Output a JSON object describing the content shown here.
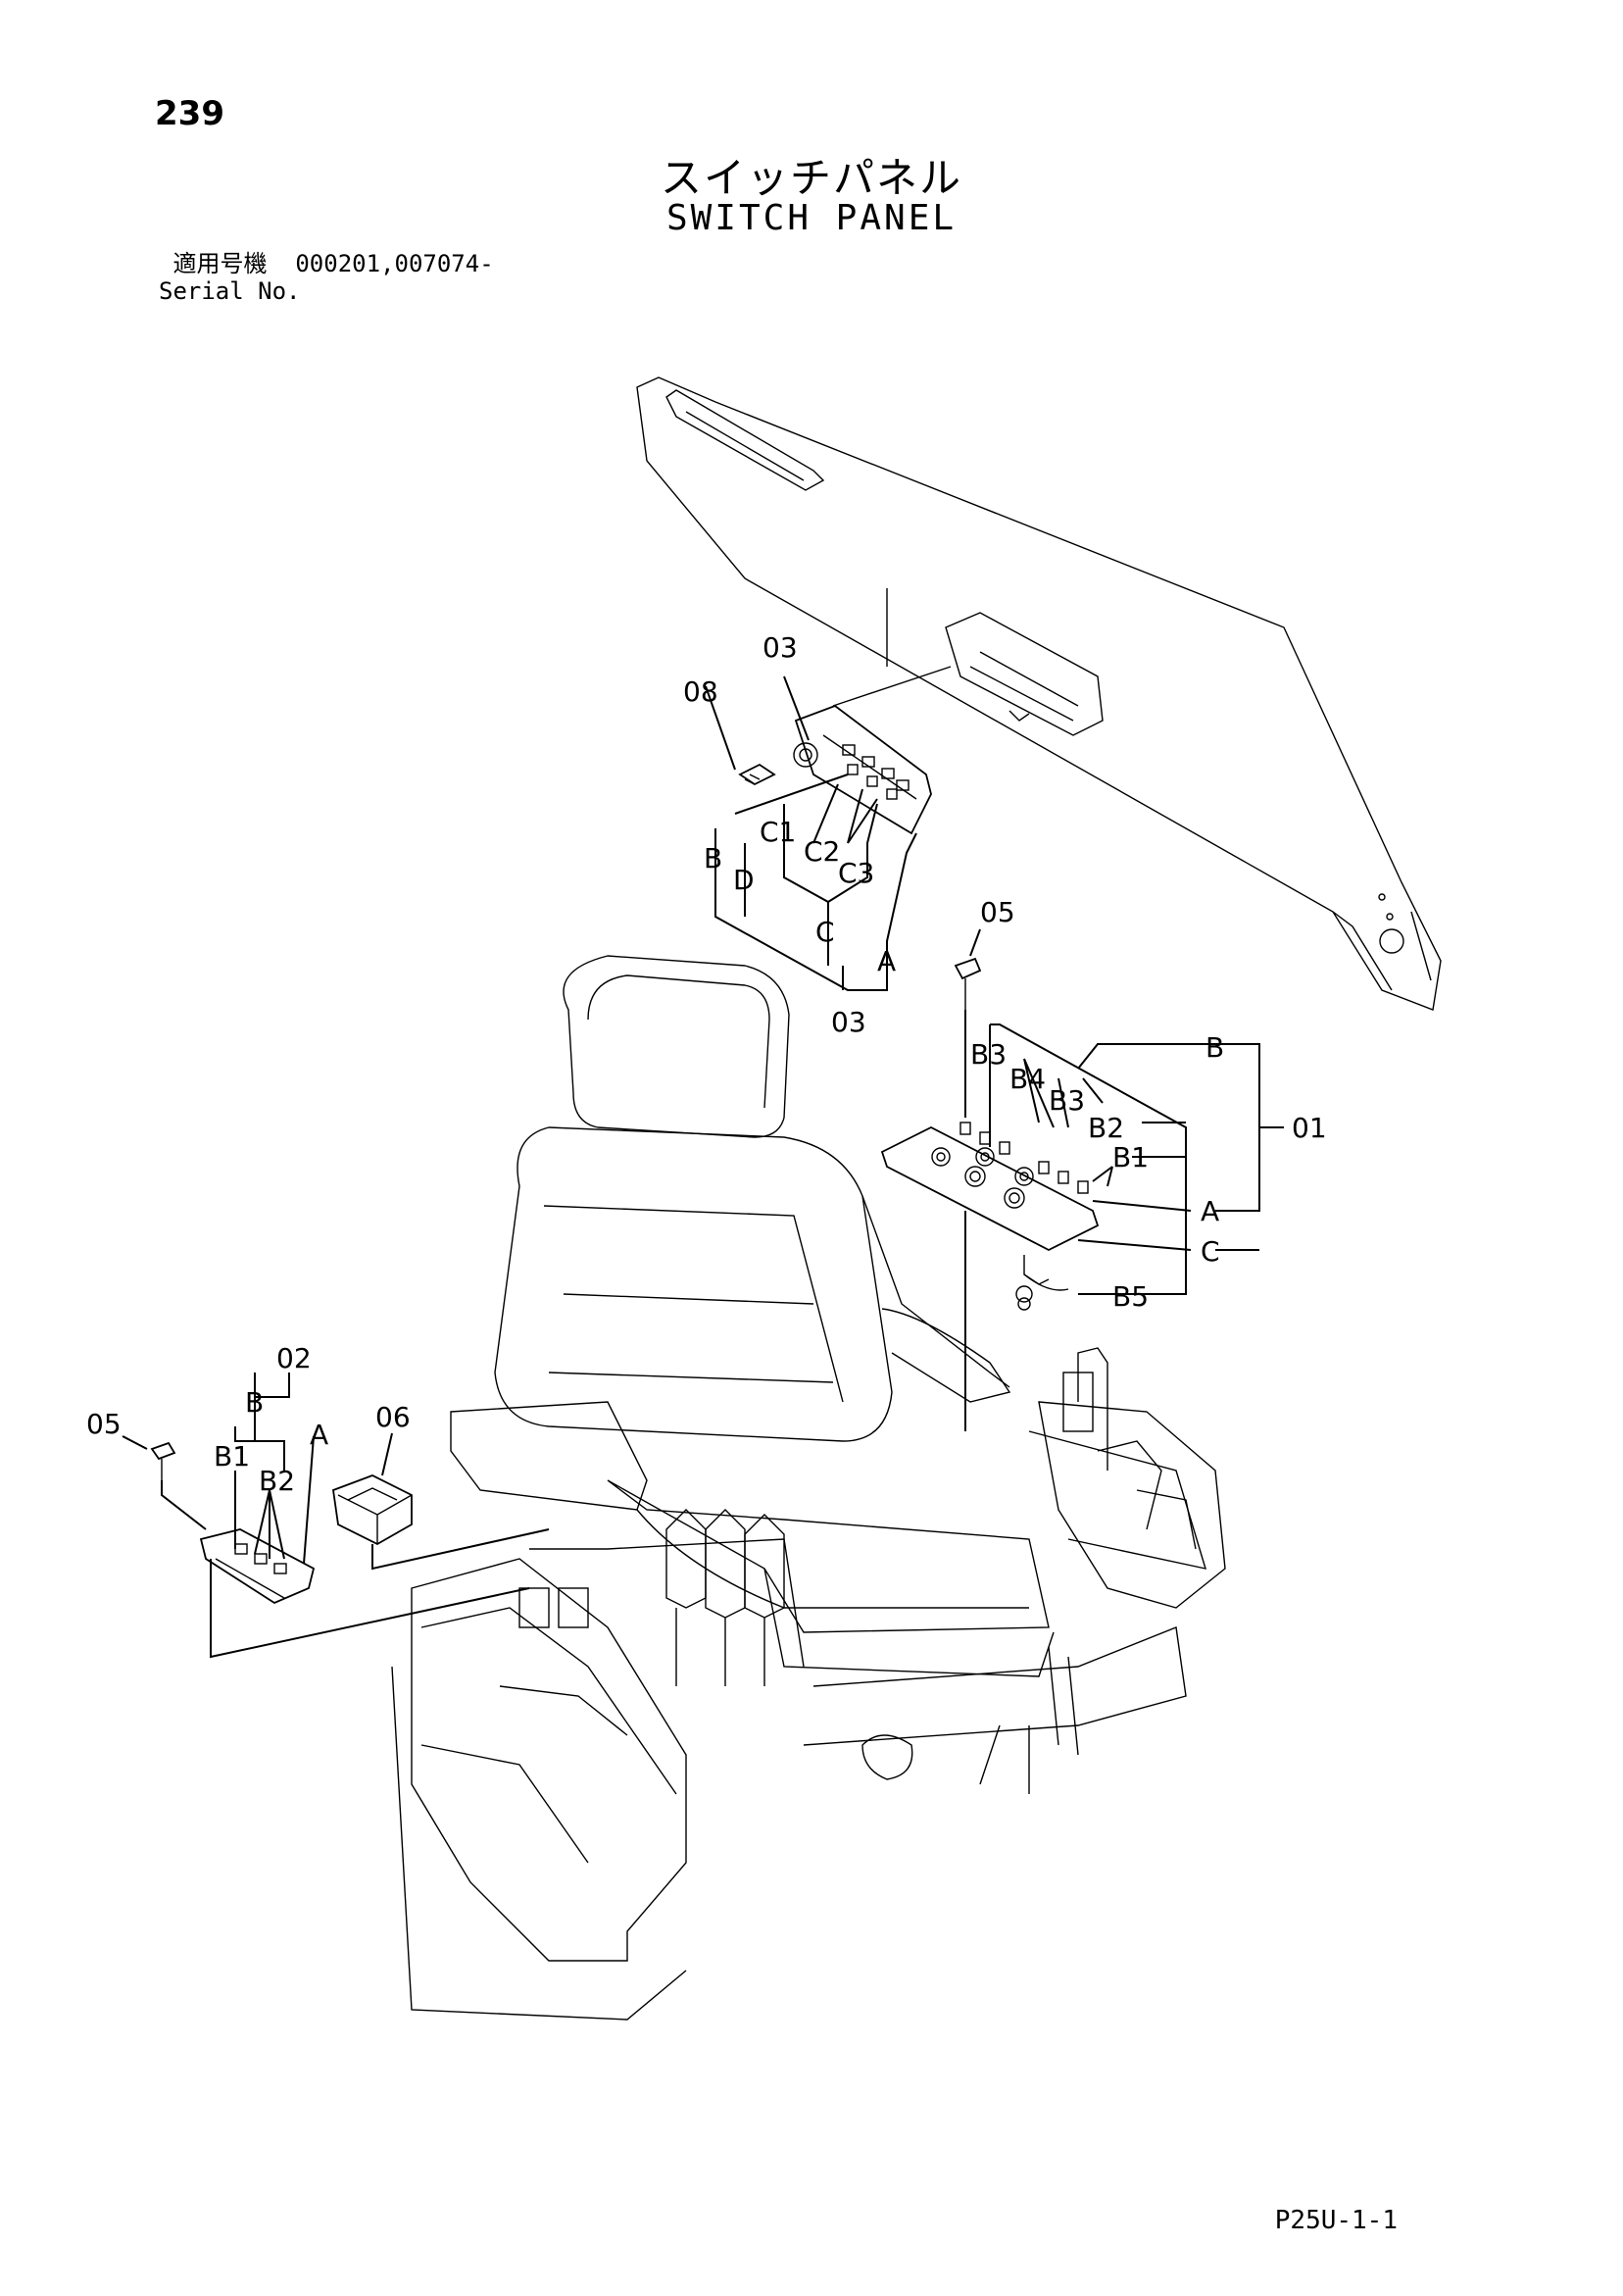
{
  "page_number": "239",
  "title_jp": "スイッチパネル",
  "title_en": "SWITCH PANEL",
  "serial": {
    "label_jp": "適用号機",
    "numbers": "000201,007074-",
    "label_en": "Serial No."
  },
  "footer_code": "P25U-1-1",
  "callouts": {
    "c03_top": "03",
    "c08": "08",
    "cB_left": "B",
    "cD": "D",
    "cC1": "C1",
    "cC2": "C2",
    "cC3": "C3",
    "cC_left": "C",
    "cA_left": "A",
    "c03_bottom": "03",
    "c05_right": "05",
    "cB3_a": "B3",
    "cB4": "B4",
    "cB3_b": "B3",
    "cB2_right": "B2",
    "cB1_right": "B1",
    "cB_right": "B",
    "c01": "01",
    "cA_right": "A",
    "cC_right": "C",
    "cB5": "B5",
    "c02": "02",
    "cB_small": "B",
    "cB_lower": "B",
    "cA_small": "A",
    "cB1_small": "B1",
    "cB2_small": "B2",
    "c05_left": "05",
    "c06": "06"
  }
}
